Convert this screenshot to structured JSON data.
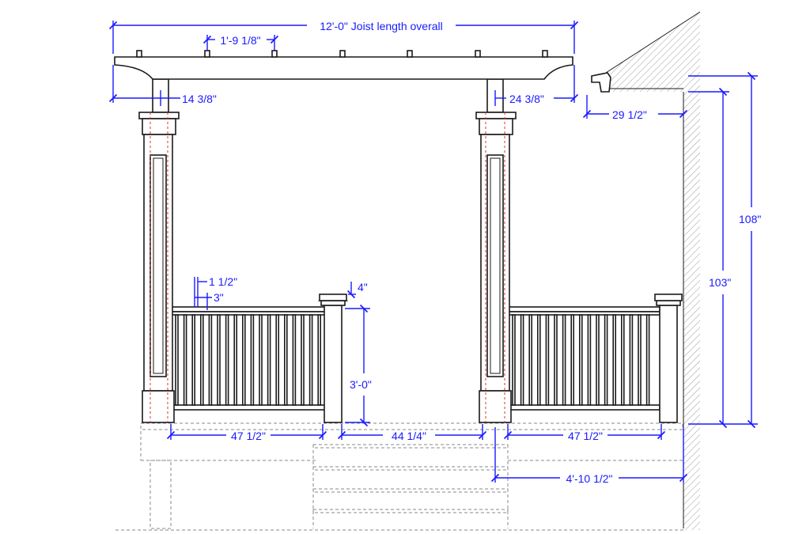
{
  "drawing": {
    "colors": {
      "dimension": "#1a1aff",
      "outline": "#1a1a1a",
      "hidden_line": "#e03030",
      "hatch": "#9a9a9a"
    },
    "dimensions": {
      "joist_overall": "12'-0\" Joist length overall",
      "rafter_spacing": "1'-9 1/8\"",
      "left_overhang": "14 3/8\"",
      "right_overhang": "24 3/8\"",
      "house_offset": "29 1/2\"",
      "total_height": "108\"",
      "beam_height": "103\"",
      "rail_top": "1 1/2\"",
      "baluster_spacing": "3\"",
      "post_cap": "4\"",
      "rail_height": "3'-0\"",
      "left_rail_span": "47 1/2\"",
      "center_opening": "44 1/4\"",
      "right_rail_span": "47 1/2\"",
      "post_to_house": "4'-10 1/2\""
    }
  }
}
